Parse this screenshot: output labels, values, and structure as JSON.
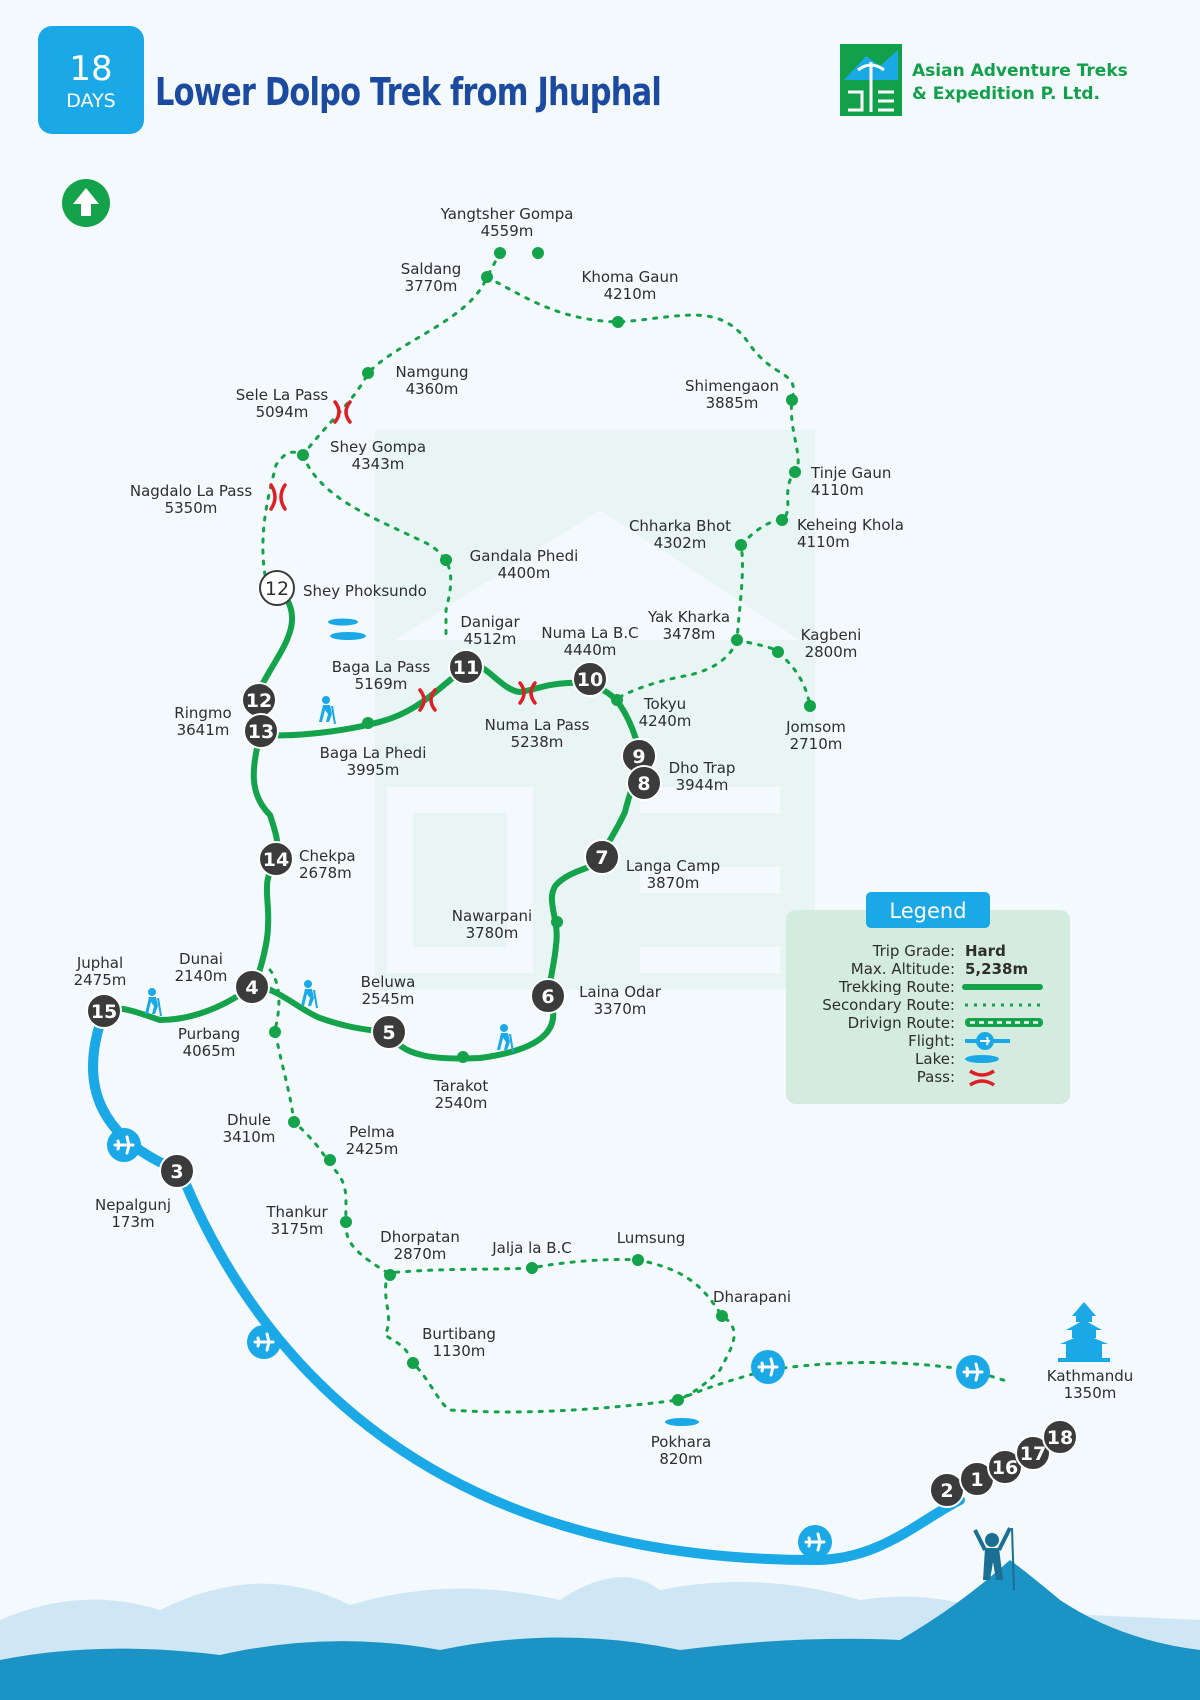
{
  "header": {
    "days_number": "18",
    "days_label": "DAYS",
    "title": "Lower Dolpo Trek from Jhuphal",
    "company_line1": "Asian Adventure Treks",
    "company_line2": "& Expedition P. Ltd."
  },
  "colors": {
    "trek_route": "#14a24a",
    "secondary_route": "#14a24a",
    "flight_route": "#1aa9e6",
    "pass": "#e01e26",
    "stop_badge": "#3b3b3b",
    "title_blue": "#1b4a9e",
    "day_badge": "#1aa9e6",
    "legend_bg": "#d4ecdf"
  },
  "icons": [
    "north-arrow-icon",
    "company-logo-icon",
    "airplane-icon",
    "hiker-icon",
    "pass-icon",
    "lake-icon",
    "pagoda-icon",
    "summit-climber-icon"
  ],
  "places": [
    {
      "id": "yangtsher",
      "name": "Yangtsher Gompa",
      "alt": "4559m"
    },
    {
      "id": "saldang",
      "name": "Saldang",
      "alt": "3770m"
    },
    {
      "id": "khoma",
      "name": "Khoma Gaun",
      "alt": "4210m"
    },
    {
      "id": "namgung",
      "name": "Namgung",
      "alt": "4360m"
    },
    {
      "id": "sele",
      "name": "Sele La Pass",
      "alt": "5094m"
    },
    {
      "id": "shimengaon",
      "name": "Shimengaon",
      "alt": "3885m"
    },
    {
      "id": "shey_gompa",
      "name": "Shey Gompa",
      "alt": "4343m"
    },
    {
      "id": "tinje",
      "name": "Tinje Gaun",
      "alt": "4110m"
    },
    {
      "id": "nagdalo",
      "name": "Nagdalo La Pass",
      "alt": "5350m"
    },
    {
      "id": "chharka",
      "name": "Chharka Bhot",
      "alt": "4302m"
    },
    {
      "id": "keheing",
      "name": "Keheing Khola",
      "alt": "4110m"
    },
    {
      "id": "gandala",
      "name": "Gandala Phedi",
      "alt": "4400m"
    },
    {
      "id": "shey_phoksundo",
      "name": "Shey Phoksundo",
      "alt": ""
    },
    {
      "id": "danigar",
      "name": "Danigar",
      "alt": "4512m"
    },
    {
      "id": "numa_bc",
      "name": "Numa La B.C",
      "alt": "4440m"
    },
    {
      "id": "yak_kharka",
      "name": "Yak Kharka",
      "alt": "3478m"
    },
    {
      "id": "kagbeni",
      "name": "Kagbeni",
      "alt": "2800m"
    },
    {
      "id": "baga_pass",
      "name": "Baga La Pass",
      "alt": "5169m"
    },
    {
      "id": "ringmo",
      "name": "Ringmo",
      "alt": "3641m"
    },
    {
      "id": "numa_pass",
      "name": "Numa La Pass",
      "alt": "5238m"
    },
    {
      "id": "tokyu",
      "name": "Tokyu",
      "alt": "4240m"
    },
    {
      "id": "jomsom",
      "name": "Jomsom",
      "alt": "2710m"
    },
    {
      "id": "baga_phedi",
      "name": "Baga La Phedi",
      "alt": "3995m"
    },
    {
      "id": "dho_trap",
      "name": "Dho Trap",
      "alt": "3944m"
    },
    {
      "id": "chekpa",
      "name": "Chekpa",
      "alt": "2678m"
    },
    {
      "id": "langa",
      "name": "Langa Camp",
      "alt": "3870m"
    },
    {
      "id": "nawarpani",
      "name": "Nawarpani",
      "alt": "3780m"
    },
    {
      "id": "juphal",
      "name": "Juphal",
      "alt": "2475m"
    },
    {
      "id": "dunai",
      "name": "Dunai",
      "alt": "2140m"
    },
    {
      "id": "beluwa",
      "name": "Beluwa",
      "alt": "2545m"
    },
    {
      "id": "laina",
      "name": "Laina Odar",
      "alt": "3370m"
    },
    {
      "id": "purbang",
      "name": "Purbang",
      "alt": "4065m"
    },
    {
      "id": "tarakot",
      "name": "Tarakot",
      "alt": "2540m"
    },
    {
      "id": "dhule",
      "name": "Dhule",
      "alt": "3410m"
    },
    {
      "id": "pelma",
      "name": "Pelma",
      "alt": "2425m"
    },
    {
      "id": "nepalgunj",
      "name": "Nepalgunj",
      "alt": "173m"
    },
    {
      "id": "thankur",
      "name": "Thankur",
      "alt": "3175m"
    },
    {
      "id": "dhorpatan",
      "name": "Dhorpatan",
      "alt": "2870m"
    },
    {
      "id": "jalja",
      "name": "Jalja la B.C",
      "alt": ""
    },
    {
      "id": "lumsung",
      "name": "Lumsung",
      "alt": ""
    },
    {
      "id": "dharapani",
      "name": "Dharapani",
      "alt": ""
    },
    {
      "id": "burtibang",
      "name": "Burtibang",
      "alt": "1130m"
    },
    {
      "id": "kathmandu",
      "name": "Kathmandu",
      "alt": "1350m"
    },
    {
      "id": "pokhara",
      "name": "Pokhara",
      "alt": "820m"
    }
  ],
  "stops": [
    "12",
    "12",
    "13",
    "11",
    "10",
    "9",
    "8",
    "7",
    "6",
    "5",
    "4",
    "14",
    "15",
    "3",
    "2",
    "1",
    "16",
    "17",
    "18"
  ],
  "legend": {
    "title": "Legend",
    "trip_grade_label": "Trip Grade:",
    "trip_grade": "Hard",
    "max_alt_label": "Max. Altitude:",
    "max_alt": "5,238m",
    "trekking_label": "Trekking Route:",
    "secondary_label": "Secondary Route:",
    "driving_label": "Drivign Route:",
    "flight_label": "Flight:",
    "lake_label": "Lake:",
    "pass_label": "Pass:"
  }
}
